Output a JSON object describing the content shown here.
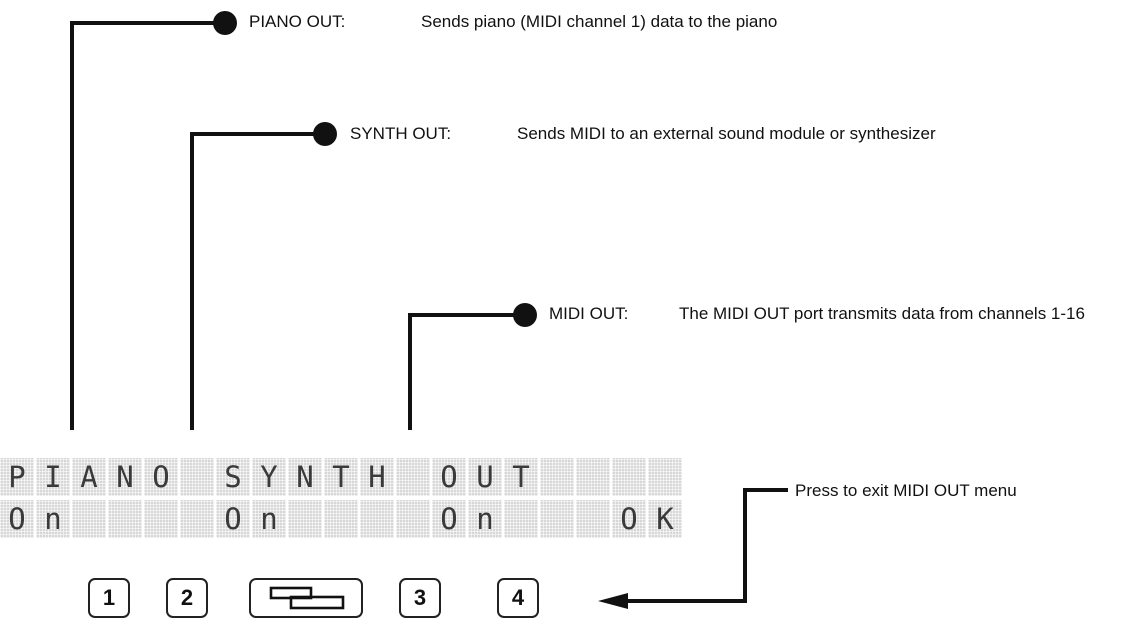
{
  "callouts": {
    "piano_out": {
      "term": "PIANO OUT:",
      "description": "Sends piano (MIDI channel 1) data  to the piano"
    },
    "synth_out": {
      "term": "SYNTH OUT:",
      "description": "Sends MIDI to an  external sound module or synthesizer"
    },
    "midi_out": {
      "term": "MIDI OUT:",
      "description": "The MIDI OUT port transmits data from channels 1-16"
    },
    "exit": {
      "text": "Press to exit MIDI OUT menu"
    }
  },
  "lcd": {
    "row1": "PIANO SYNTH OUT    ",
    "row2": "On    On    On   OK"
  },
  "buttons": {
    "one": "1",
    "two": "2",
    "page_icon": "page-flip-icon",
    "three": "3",
    "four": "4"
  },
  "colors": {
    "ink": "#111111",
    "lcd_background": "#d7d7d7",
    "lcd_text": "#3a3a3a"
  }
}
